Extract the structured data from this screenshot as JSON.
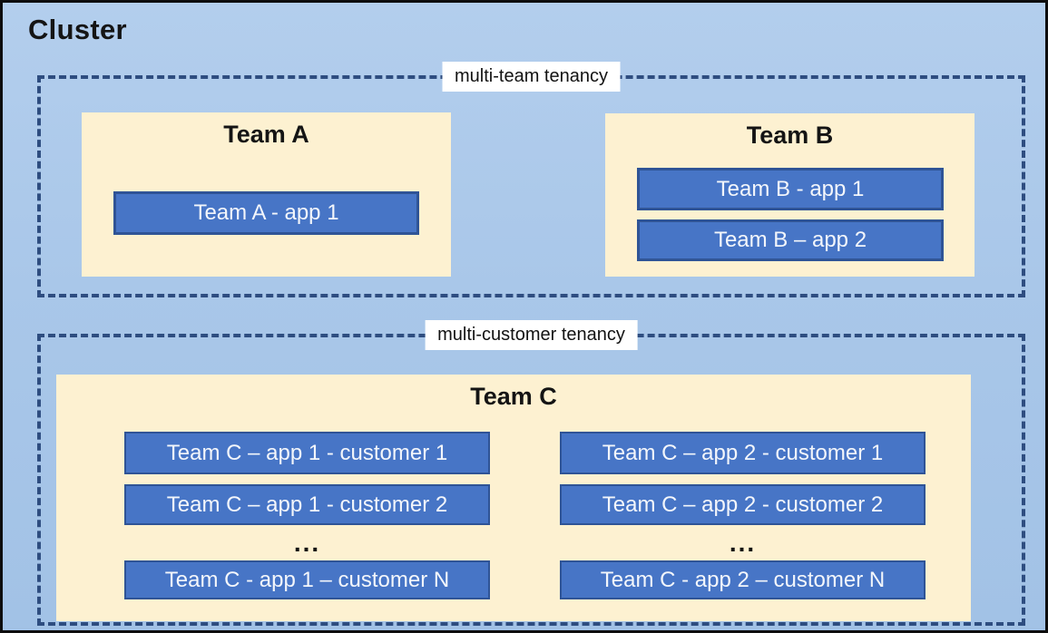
{
  "cluster": {
    "title": "Cluster"
  },
  "colors": {
    "cluster_background": "#A9C7E9",
    "cluster_border": "#0D0D0D",
    "tenancy_dashed_border": "#2E4D80",
    "team_panel_fill": "#FDF1D1",
    "app_fill": "#4775C6",
    "app_border": "#2F5496",
    "app_text": "#F3F6FB",
    "label_background": "#FFFFFF"
  },
  "sections": [
    {
      "label": "multi-team tenancy",
      "teams": [
        {
          "name": "Team A",
          "apps": [
            "Team A - app 1"
          ]
        },
        {
          "name": "Team B",
          "apps": [
            "Team B - app 1",
            "Team B – app 2"
          ]
        }
      ]
    },
    {
      "label": "multi-customer tenancy",
      "teams": [
        {
          "name": "Team C",
          "columns": [
            {
              "apps": [
                "Team C – app 1 - customer 1",
                "Team C – app 1 - customer 2",
                "Team C - app 1 – customer N"
              ],
              "ellipsis": "..."
            },
            {
              "apps": [
                "Team C – app 2 - customer 1",
                "Team C – app 2 - customer 2",
                "Team C - app 2 – customer N"
              ],
              "ellipsis": "..."
            }
          ]
        }
      ]
    }
  ]
}
